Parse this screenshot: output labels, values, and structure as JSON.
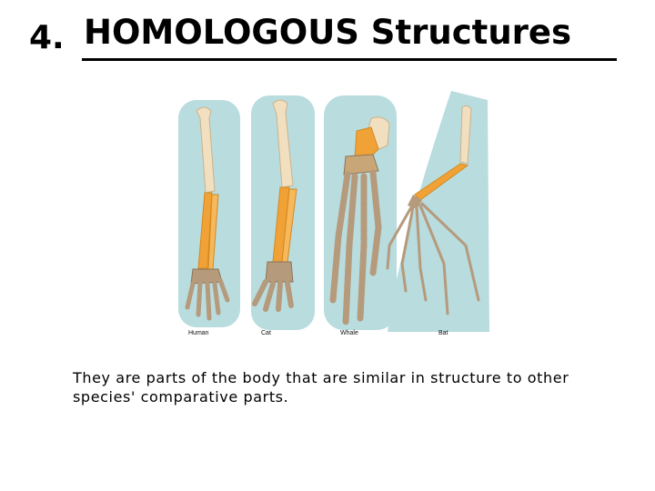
{
  "slide": {
    "number": "4.",
    "title": "HOMOLOGOUS Structures",
    "labels": {
      "human": "Human",
      "cat": "Cat",
      "whale": "Whale",
      "bat": "Bat"
    },
    "caption": "They are parts of the body that are similar in structure to other species' comparative parts."
  },
  "colors": {
    "background_panel": "#b9dcdf",
    "humerus": "#f1dfbf",
    "radius_ulna": "#f0a237",
    "hand": "#b59a7c"
  }
}
